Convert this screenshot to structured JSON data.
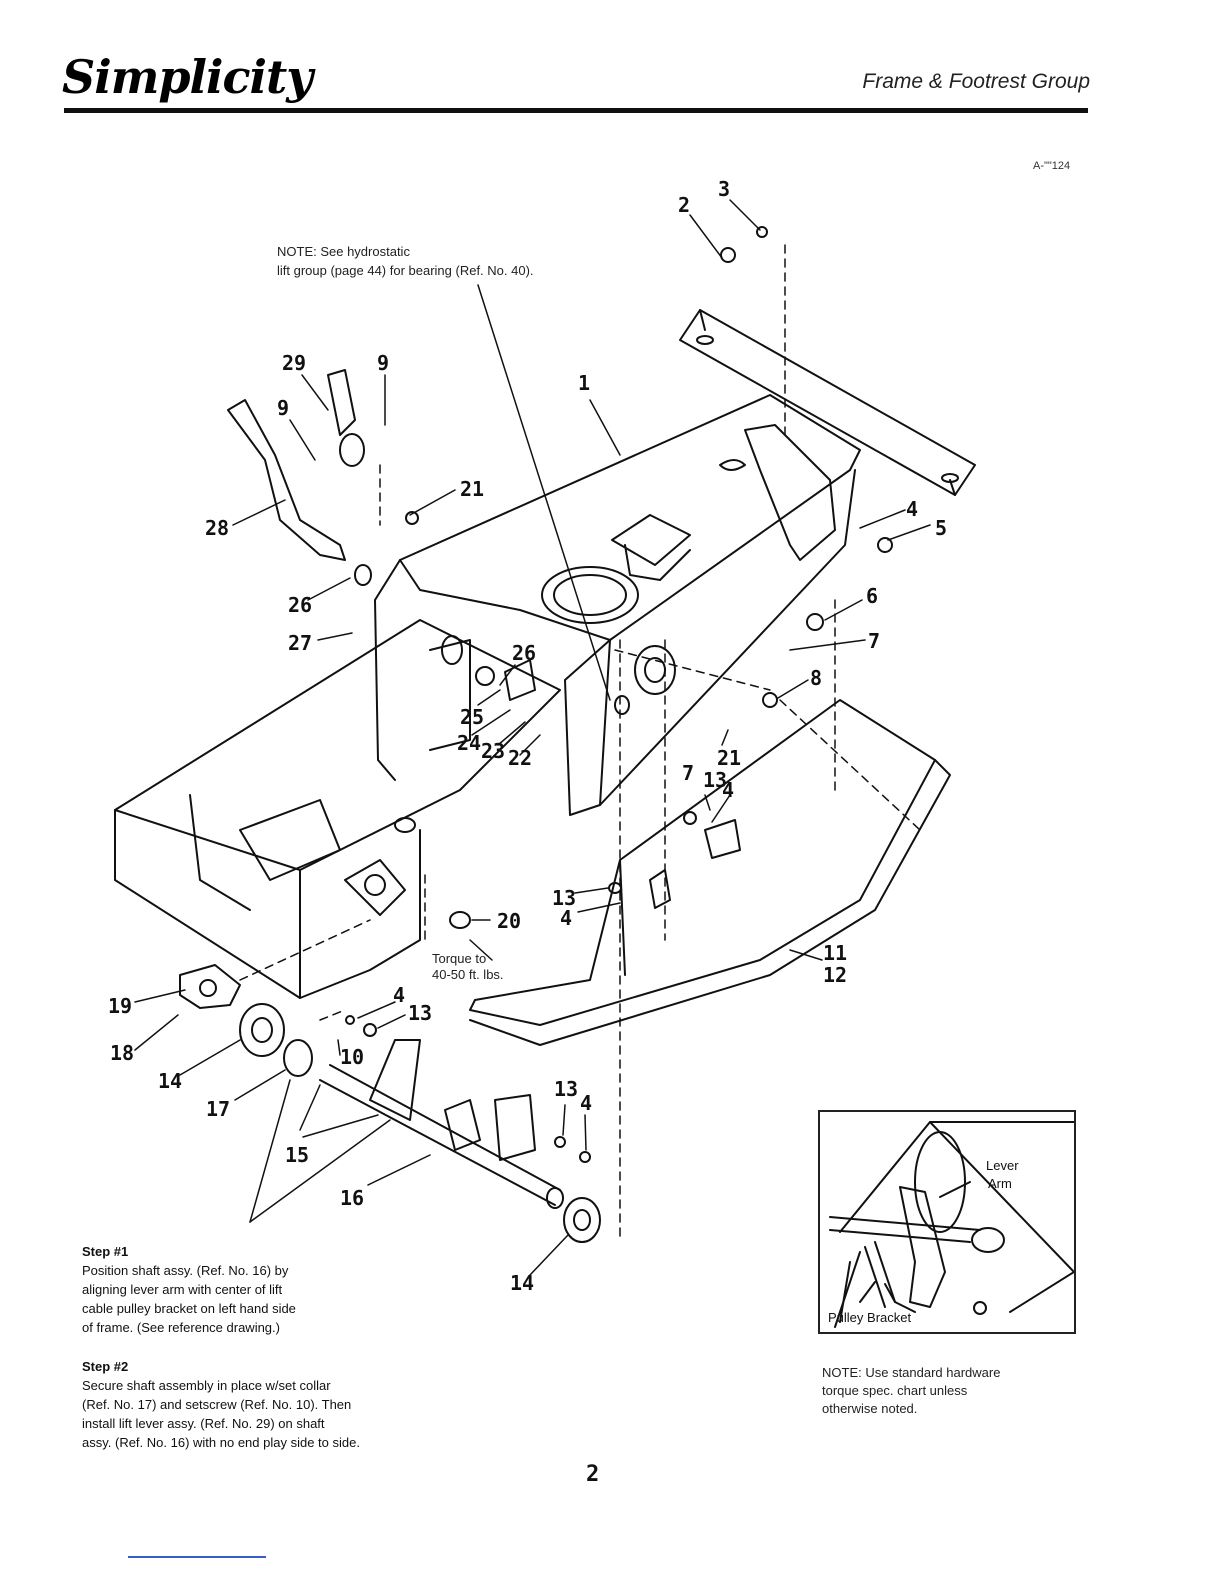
{
  "header": {
    "brand": "Simplicity",
    "section_title": "Frame & Footrest Group"
  },
  "drawing_id": "A-\"\"124",
  "note_top": {
    "line1": "NOTE: See hydrostatic",
    "line2": "lift group (page 44) for bearing (Ref. No. 40)."
  },
  "callouts": [
    "2",
    "3",
    "29",
    "9",
    "9",
    "1",
    "21",
    "28",
    "4",
    "5",
    "26",
    "6",
    "27",
    "26",
    "7",
    "8",
    "25",
    "24",
    "23",
    "22",
    "21",
    "7",
    "13",
    "4",
    "13",
    "4",
    "20",
    "11",
    "12",
    "19",
    "4",
    "13",
    "18",
    "10",
    "14",
    "17",
    "13",
    "4",
    "15",
    "16",
    "14"
  ],
  "torque_note": {
    "line1": "Torque to",
    "line2": "40-50 ft. lbs."
  },
  "step1": {
    "heading": "Step #1",
    "lines": [
      "Position shaft assy. (Ref. No. 16) by",
      "aligning lever arm with center of lift",
      "cable pulley bracket on left hand side",
      "of frame. (See reference drawing.)"
    ]
  },
  "step2": {
    "heading": "Step #2",
    "lines": [
      "Secure shaft assembly in place w/set collar",
      "(Ref. No. 17) and setscrew (Ref. No. 10). Then",
      "install lift lever assy. (Ref. No. 29) on shaft",
      "assy. (Ref. No. 16) with no end play side to side."
    ]
  },
  "inset": {
    "lever_label_1": "Lever",
    "lever_label_2": "Arm",
    "pulley_label": "Pulley Bracket"
  },
  "note_bottom": {
    "lines": [
      "NOTE: Use standard hardware",
      "torque spec. chart unless",
      "otherwise noted."
    ]
  },
  "page_number": "2"
}
